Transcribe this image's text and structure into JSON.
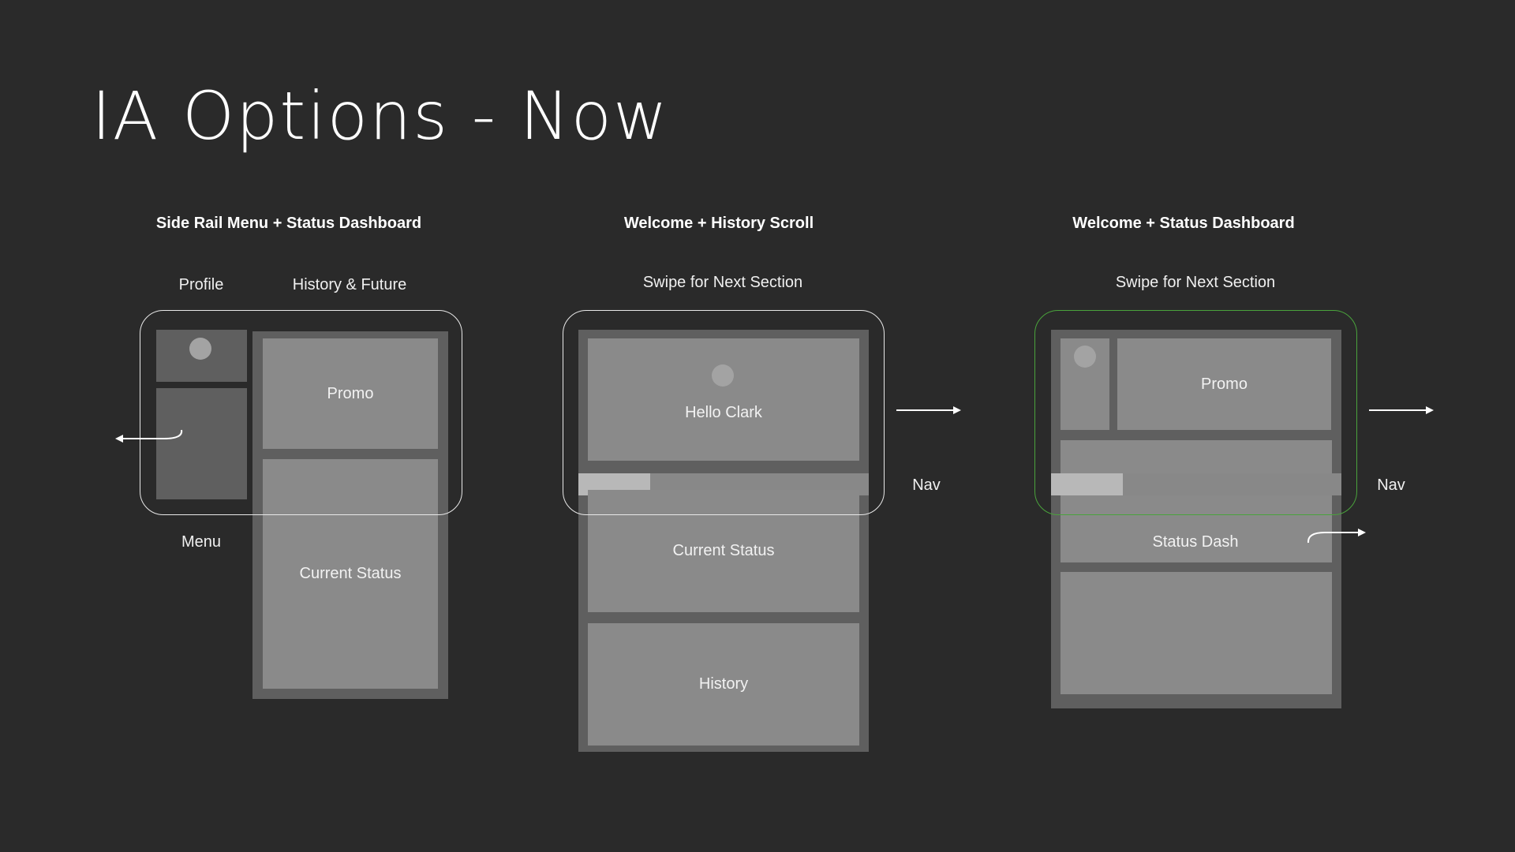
{
  "title": "IA Options - Now",
  "colors": {
    "background": "#2a2a2a",
    "frame_outline": "#e8e8e8",
    "selected_outline": "#4aa33c",
    "container": "#5f5f5f",
    "panel": "#8a8a8a"
  },
  "options": [
    {
      "heading": "Side Rail Menu + Status Dashboard",
      "labels": {
        "profile": "Profile",
        "history_future": "History & Future",
        "menu": "Menu"
      },
      "panels": {
        "promo": "Promo",
        "current_status": "Current Status"
      }
    },
    {
      "heading": "Welcome + History Scroll",
      "labels": {
        "swipe": "Swipe for Next Section",
        "nav": "Nav"
      },
      "panels": {
        "welcome": "Hello Clark",
        "current_status": "Current Status",
        "history": "History"
      }
    },
    {
      "heading": "Welcome + Status Dashboard",
      "labels": {
        "swipe": "Swipe for Next Section",
        "nav": "Nav"
      },
      "panels": {
        "promo": "Promo",
        "status_dash": "Status Dash"
      },
      "selected": true
    }
  ]
}
